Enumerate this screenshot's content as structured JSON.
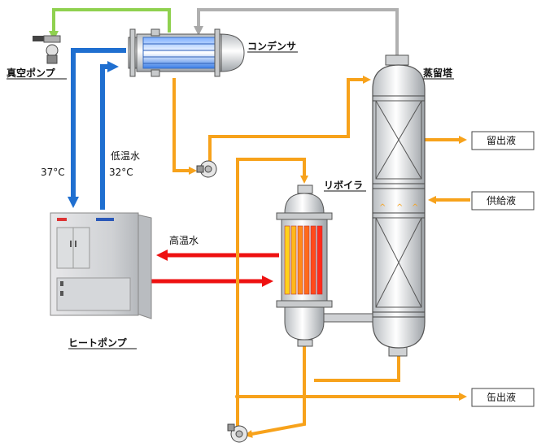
{
  "labels": {
    "condenser": "コンデンサ",
    "vacuum_pump": "真空ポンプ",
    "distillation_tower": "蒸留塔",
    "distillate": "留出液",
    "feed": "供給液",
    "reboiler": "リボイラ",
    "heat_pump": "ヒートポンプ",
    "low_temp_water": "低温水",
    "high_temp_water": "高温水",
    "bottoms": "缶出液",
    "temp_supply": "37°C",
    "temp_return": "32°C"
  },
  "colors": {
    "cooling_water": "#1f6fd0",
    "hot_water": "#ee1111",
    "process_line": "#f7a21b",
    "vacuum_line": "#8fd14f",
    "vapor_line": "#b0b0b0"
  },
  "icons": {
    "pump": "centrifugal-pump-icon",
    "vacuum_pump": "vacuum-pump-icon",
    "heat_pump_unit": "heat-pump-unit-icon"
  }
}
